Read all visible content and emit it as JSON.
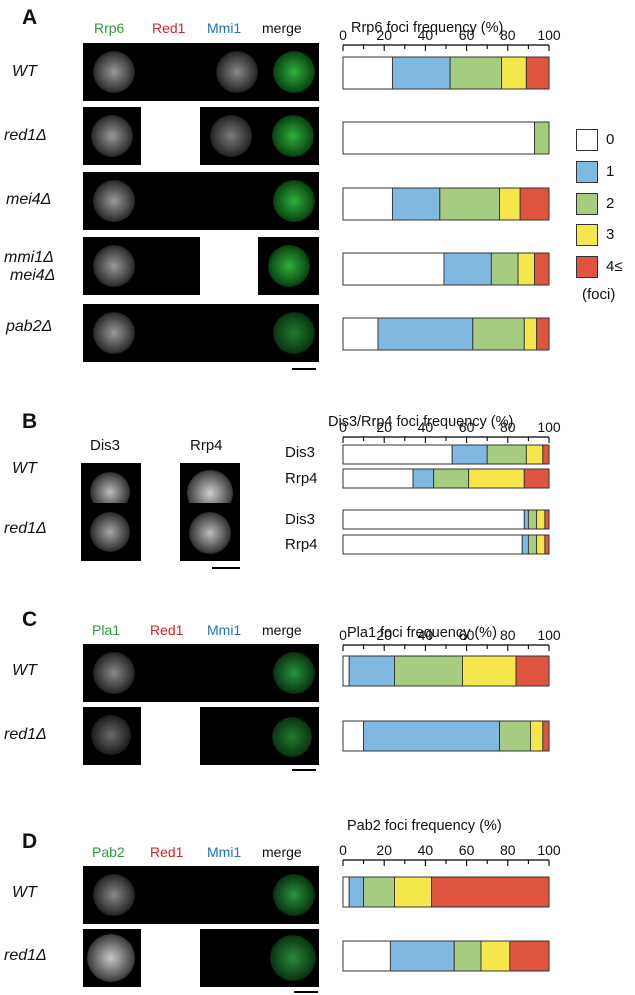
{
  "panels": {
    "A": {
      "letter": "A",
      "channels": [
        "Rrp6",
        "Red1",
        "Mmi1",
        "merge"
      ],
      "channel_colors": [
        "#2e9a3a",
        "#d2232a",
        "#1b72c0",
        "#111111"
      ],
      "genotypes": [
        "WT",
        "red1Δ",
        "mei4Δ",
        "mmi1Δ",
        "mei4Δ",
        "pab2Δ"
      ],
      "chart_title": "Rrp6 foci frequency (%)"
    },
    "B": {
      "letter": "B",
      "channels": [
        "Dis3",
        "Rrp4"
      ],
      "genotypes": [
        "WT",
        "red1Δ"
      ],
      "chart_title": "Dis3/Rrp4 foci frequency (%)",
      "bar_labels": [
        "Dis3",
        "Rrp4",
        "Dis3",
        "Rrp4"
      ]
    },
    "C": {
      "letter": "C",
      "channels": [
        "Pla1",
        "Red1",
        "Mmi1",
        "merge"
      ],
      "channel_colors": [
        "#2e9a3a",
        "#d2232a",
        "#1b72c0",
        "#111111"
      ],
      "genotypes": [
        "WT",
        "red1Δ"
      ],
      "chart_title": "Pla1 foci frequency (%)"
    },
    "D": {
      "letter": "D",
      "channels": [
        "Pab2",
        "Red1",
        "Mmi1",
        "merge"
      ],
      "channel_colors": [
        "#2e9a3a",
        "#d2232a",
        "#1b72c0",
        "#111111"
      ],
      "genotypes": [
        "WT",
        "red1Δ"
      ],
      "chart_title": "Pab2 foci frequency (%)"
    }
  },
  "legend": {
    "items": [
      "0",
      "1",
      "2",
      "3",
      "4≤"
    ],
    "colors": [
      "#ffffff",
      "#7fb9e2",
      "#a6cd7f",
      "#f4e64b",
      "#e0553f"
    ],
    "unit": "(foci)"
  },
  "chart_data": [
    {
      "type": "bar",
      "orientation": "horizontal-stacked",
      "title": "Rrp6 foci frequency (%)",
      "xlim": [
        0,
        100
      ],
      "ticks": [
        "0",
        "20",
        "40",
        "60",
        "80",
        "100"
      ],
      "categories": [
        "WT",
        "red1Δ",
        "mei4Δ",
        "mmi1Δ mei4Δ",
        "pab2Δ"
      ],
      "series": [
        {
          "name": "0",
          "values": [
            24,
            93,
            24,
            49,
            17
          ]
        },
        {
          "name": "1",
          "values": [
            28,
            0,
            23,
            23,
            46
          ]
        },
        {
          "name": "2",
          "values": [
            25,
            7,
            29,
            13,
            25
          ]
        },
        {
          "name": "3",
          "values": [
            12,
            0,
            10,
            8,
            6
          ]
        },
        {
          "name": "4≤",
          "values": [
            11,
            0,
            14,
            7,
            6
          ]
        }
      ]
    },
    {
      "type": "bar",
      "orientation": "horizontal-stacked",
      "title": "Dis3/Rrp4 foci frequency (%)",
      "xlim": [
        0,
        100
      ],
      "ticks": [
        "0",
        "20",
        "40",
        "60",
        "80",
        "100"
      ],
      "categories": [
        "WT Dis3",
        "WT Rrp4",
        "red1Δ Dis3",
        "red1Δ Rrp4"
      ],
      "series": [
        {
          "name": "0",
          "values": [
            53,
            34,
            88,
            87
          ]
        },
        {
          "name": "1",
          "values": [
            17,
            10,
            2,
            3
          ]
        },
        {
          "name": "2",
          "values": [
            19,
            17,
            4,
            4
          ]
        },
        {
          "name": "3",
          "values": [
            8,
            27,
            4,
            4
          ]
        },
        {
          "name": "4≤",
          "values": [
            3,
            12,
            2,
            2
          ]
        }
      ]
    },
    {
      "type": "bar",
      "orientation": "horizontal-stacked",
      "title": "Pla1 foci frequency (%)",
      "xlim": [
        0,
        100
      ],
      "ticks": [
        "0",
        "20",
        "40",
        "60",
        "80",
        "100"
      ],
      "categories": [
        "WT",
        "red1Δ"
      ],
      "series": [
        {
          "name": "0",
          "values": [
            3,
            10
          ]
        },
        {
          "name": "1",
          "values": [
            22,
            66
          ]
        },
        {
          "name": "2",
          "values": [
            33,
            15
          ]
        },
        {
          "name": "3",
          "values": [
            26,
            6
          ]
        },
        {
          "name": "4≤",
          "values": [
            16,
            3
          ]
        }
      ]
    },
    {
      "type": "bar",
      "orientation": "horizontal-stacked",
      "title": "Pab2 foci frequency (%)",
      "xlim": [
        0,
        100
      ],
      "ticks": [
        "0",
        "20",
        "40",
        "60",
        "80",
        "100"
      ],
      "categories": [
        "WT",
        "red1Δ"
      ],
      "series": [
        {
          "name": "0",
          "values": [
            3,
            23
          ]
        },
        {
          "name": "1",
          "values": [
            7,
            31
          ]
        },
        {
          "name": "2",
          "values": [
            15,
            13
          ]
        },
        {
          "name": "3",
          "values": [
            18,
            14
          ]
        },
        {
          "name": "4≤",
          "values": [
            57,
            19
          ]
        }
      ]
    }
  ]
}
